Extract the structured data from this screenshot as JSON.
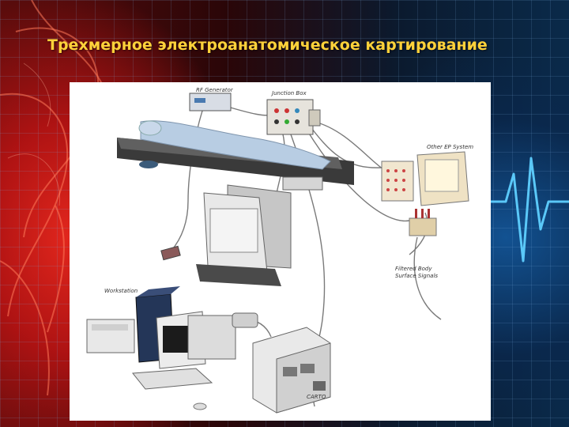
{
  "slide": {
    "title": "Трехмерное электроанатомическое картирование"
  },
  "figure": {
    "labels": {
      "rf_generator": "RF Generator",
      "junction_box": "Junction Box",
      "other_ep_system": "Other EP System",
      "filtered_signals_line1": "Filtered Body",
      "filtered_signals_line2": "Surface Signals",
      "workstation": "Workstation",
      "carto": "CARTO"
    }
  },
  "colors": {
    "title": "#ffd23a",
    "heart_red": "#e0281e",
    "grid_blue": "#1a4a80",
    "ecg_line": "#5fd0ff"
  }
}
